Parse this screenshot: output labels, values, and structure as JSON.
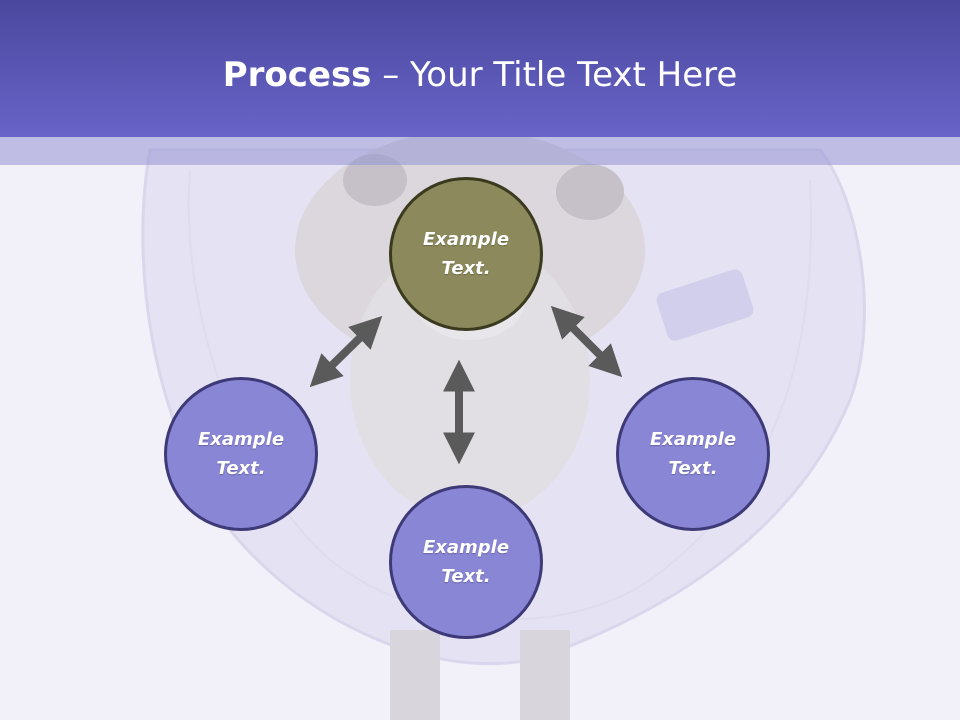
{
  "title": {
    "bold": "Process",
    "rest": " – Your Title Text Here"
  },
  "nodes": {
    "top": {
      "label": "Example\nText.",
      "color": "#8c8a5c"
    },
    "left": {
      "label": "Example\nText.",
      "color": "#8a86d6"
    },
    "right": {
      "label": "Example\nText.",
      "color": "#8a86d6"
    },
    "bottom": {
      "label": "Example\nText.",
      "color": "#8a86d6"
    }
  },
  "colors": {
    "header": "#5b58b8",
    "arrow": "#5a5a5a",
    "background": "#f1f0f8"
  },
  "background_image": {
    "subject": "chihuahua wearing a veterinary cone collar, faded"
  }
}
